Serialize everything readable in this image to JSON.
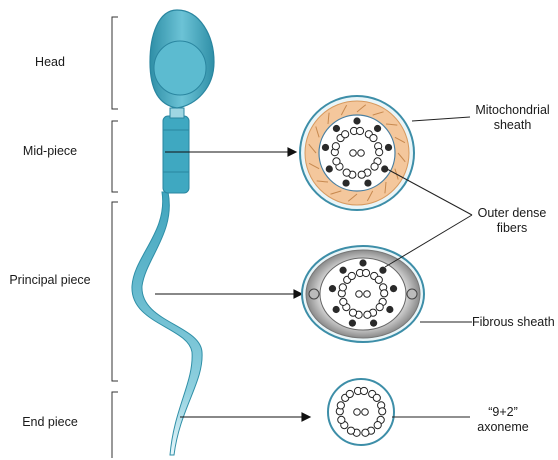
{
  "segments": {
    "head": "Head",
    "midpiece": "Mid-piece",
    "principal": "Principal piece",
    "end": "End piece"
  },
  "callouts": {
    "mito_line1": "Mitochondrial",
    "mito_line2": "sheath",
    "odf_line1": "Outer dense",
    "odf_line2": "fibers",
    "fibrous": "Fibrous sheath",
    "axo_line1": "“9+2”",
    "axo_line2": "axoneme"
  },
  "colors": {
    "sperm_fill": "#4fb0c6",
    "sperm_dark": "#2f8fa7",
    "mito_sheath": "#f4c79c",
    "fibrous_sheath": "#9a9a9a",
    "dense_fiber": "#2a2a2a"
  }
}
